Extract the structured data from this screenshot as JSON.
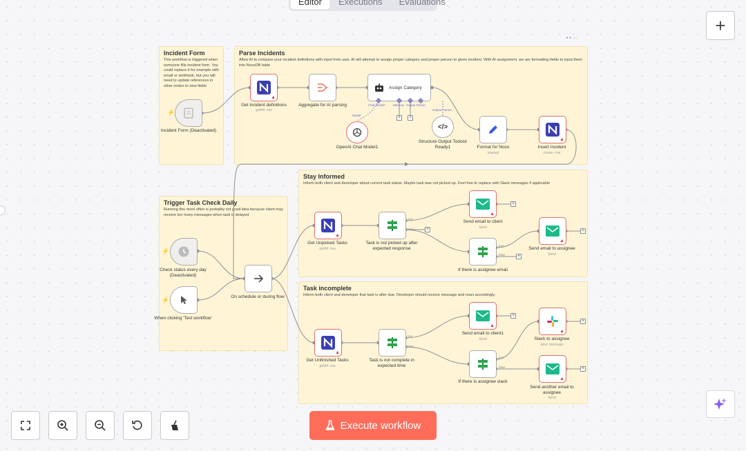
{
  "tabs": {
    "editor": "Editor",
    "executions": "Executions",
    "evaluations": "Evaluations"
  },
  "buttons": {
    "add": "+",
    "execute": "Execute workflow"
  },
  "canvas_menu": "• • ···",
  "stickies": {
    "incident_form": {
      "title": "Incident Form",
      "desc": "This workflow is triggered when someone fills incident form. You could replace it for example with email or webhook, but you will need to update references in other nodes to new fields"
    },
    "parse_incidents": {
      "title": "Parse Incidents",
      "desc": "Allow AI to compare your incident definitions with input from user. AI will attempt to assign proper category and proper person to given incident. With AI assignment, we are formatting fields to input them into NocoDB table"
    },
    "stay_informed": {
      "title": "Stay Informed",
      "desc": "Inform both client and developer about current task status. Maybe task was not picked up. Feel free to replace with Slack messages if applicable"
    },
    "trigger_daily": {
      "title": "Trigger Task Check Daily",
      "desc": "Running this more often is probably not good idea because client may receive too many messages when task is delayed"
    },
    "task_incomplete": {
      "title": "Task incomplete",
      "desc": "Inform both client and developer that task is after due. Developer should receive message and react accordingly."
    }
  },
  "nodes": {
    "incident_form": {
      "label": "Incident Form (Deactivated)"
    },
    "get_incident_defs": {
      "label": "Get incident definitions",
      "sub": "getAll: row"
    },
    "aggregate": {
      "label": "Aggregate for AI parsing"
    },
    "assign_category": {
      "label": "Assign Category"
    },
    "openai_model": {
      "label": "OpenAI Chat Model1"
    },
    "structure_output": {
      "label": "Structure Output Todoist Ready1"
    },
    "format_noco": {
      "label": "Format for Noco",
      "sub": "manual"
    },
    "insert_incident": {
      "label": "Insert Incident",
      "sub": "create: row"
    },
    "check_status": {
      "label": "Check status every day (Deactivated)"
    },
    "when_clicking": {
      "label": "When clicking 'Test workflow'"
    },
    "on_schedule": {
      "label": "On schedule or during flow"
    },
    "get_unpicked": {
      "label": "Get Unpicked Tasks",
      "sub": "getAll: row"
    },
    "task_not_picked": {
      "label": "Task is not picked up after expected response"
    },
    "send_email_client": {
      "label": "Send email to client",
      "sub": "Send"
    },
    "if_assignee_email": {
      "label": "If there is assignee email"
    },
    "send_email_assignee": {
      "label": "Send email to assignee",
      "sub": "Send"
    },
    "get_unfinished": {
      "label": "Get Unfinished Tasks",
      "sub": "getAll: row"
    },
    "task_not_complete": {
      "label": "Task is not complete in expected time"
    },
    "send_email_client1": {
      "label": "Send email to client1",
      "sub": "Send"
    },
    "if_assignee_slack": {
      "label": "If there is assignee slack"
    },
    "slack_to_assignee": {
      "label": "Slack to assignee",
      "sub": "post: message"
    },
    "send_another_email": {
      "label": "Send another email to assignee",
      "sub": "Send"
    }
  },
  "sub_labels": {
    "chat_model": "Chat Model*",
    "memory": "Memory",
    "output_parser": "Output Parser",
    "model": "Model",
    "output_parser_2": "Output Parser",
    "true": "true",
    "false": "false"
  },
  "colors": {
    "accent": "#ff6d5a",
    "sticky": "#fff5d6",
    "noco": "#3b3fb4",
    "gmail": "#1db98a",
    "edge": "#8d8d95"
  }
}
